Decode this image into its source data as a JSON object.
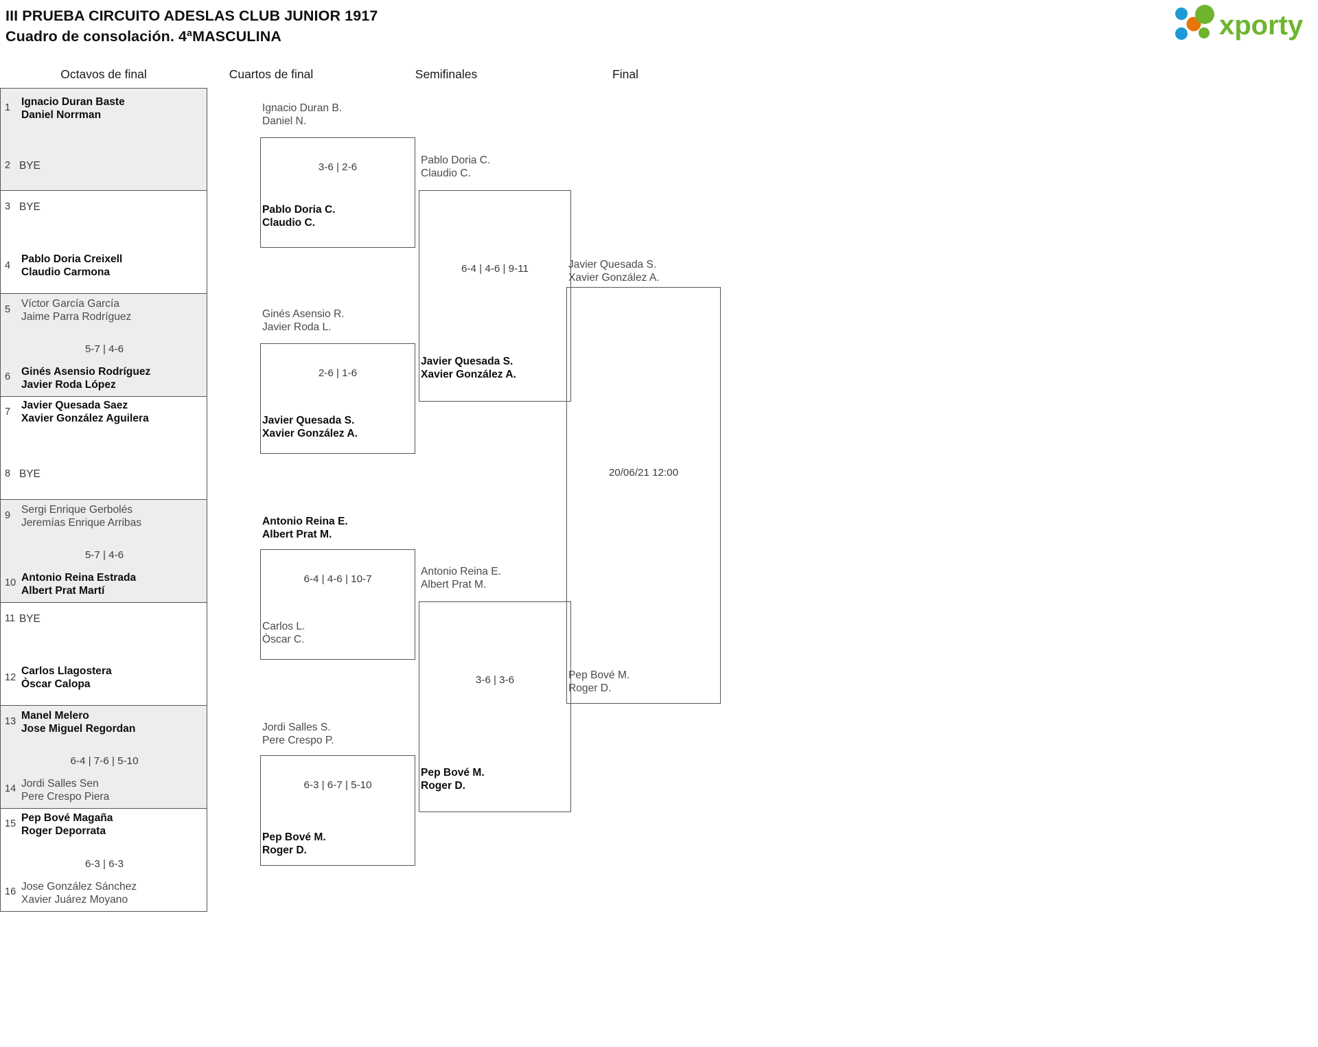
{
  "header": {
    "title_line1": "III PRUEBA CIRCUITO ADESLAS CLUB JUNIOR 1917",
    "title_line2": "Cuadro de consolación. 4ªMASCULINA",
    "logo_text": "xporty",
    "logo_colors": {
      "green": "#6cb52d",
      "orange": "#e8740c",
      "blue": "#1b9ad6"
    }
  },
  "rounds": [
    {
      "label": "Octavos de final"
    },
    {
      "label": "Cuartos de final"
    },
    {
      "label": "Semifinales"
    },
    {
      "label": "Final"
    }
  ],
  "round1": {
    "slots": [
      {
        "seed": "1",
        "line1": "Ignacio Duran Baste",
        "line2": "Daniel Norrman",
        "state": "win"
      },
      {
        "seed": "2",
        "line1": "BYE",
        "line2": "",
        "state": "bye"
      },
      {
        "seed": "3",
        "line1": "BYE",
        "line2": "",
        "state": "bye"
      },
      {
        "seed": "4",
        "line1": "Pablo Doria Creixell",
        "line2": "Claudio Carmona",
        "state": "win"
      },
      {
        "seed": "5",
        "line1": "Víctor García García",
        "line2": "Jaime Parra Rodríguez",
        "state": "los"
      },
      {
        "seed": "6",
        "line1": "Ginés Asensio Rodríguez",
        "line2": "Javier Roda López",
        "state": "win"
      },
      {
        "seed": "7",
        "line1": "Javier Quesada Saez",
        "line2": "Xavier González Aguilera",
        "state": "win"
      },
      {
        "seed": "8",
        "line1": "BYE",
        "line2": "",
        "state": "bye"
      },
      {
        "seed": "9",
        "line1": "Sergi Enrique Gerbolés",
        "line2": "Jeremías Enrique Arribas",
        "state": "los"
      },
      {
        "seed": "10",
        "line1": "Antonio Reina Estrada",
        "line2": "Albert Prat Martí",
        "state": "win"
      },
      {
        "seed": "11",
        "line1": "BYE",
        "line2": "",
        "state": "bye"
      },
      {
        "seed": "12",
        "line1": "Carlos Llagostera",
        "line2": "Òscar Calopa",
        "state": "win"
      },
      {
        "seed": "13",
        "line1": "Manel Melero",
        "line2": "Jose Miguel Regordan",
        "state": "win"
      },
      {
        "seed": "14",
        "line1": "Jordi Salles Sen",
        "line2": "Pere Crespo Piera",
        "state": "los"
      },
      {
        "seed": "15",
        "line1": "Pep Bové Magaña",
        "line2": "Roger Deporrata",
        "state": "win"
      },
      {
        "seed": "16",
        "line1": "Jose González Sánchez",
        "line2": "Xavier Juárez Moyano",
        "state": "los"
      }
    ],
    "scores": [
      "",
      "",
      "5-7 | 4-6",
      "",
      "5-7 | 4-6",
      "",
      "6-4 | 7-6 | 5-10",
      "6-3 | 6-3"
    ]
  },
  "round2": {
    "matches": [
      {
        "top": {
          "line1": "Ignacio Duran B.",
          "line2": "Daniel N.",
          "state": "los"
        },
        "bottom": {
          "line1": "Pablo Doria C.",
          "line2": "Claudio C.",
          "state": "win"
        },
        "score": "3-6 | 2-6"
      },
      {
        "top": {
          "line1": "Ginés Asensio R.",
          "line2": "Javier Roda L.",
          "state": "los"
        },
        "bottom": {
          "line1": "Javier Quesada S.",
          "line2": "Xavier González A.",
          "state": "win"
        },
        "score": "2-6 | 1-6"
      },
      {
        "top": {
          "line1": "Antonio Reina E.",
          "line2": "Albert Prat M.",
          "state": "win"
        },
        "bottom": {
          "line1": "Carlos L.",
          "line2": "Òscar C.",
          "state": "los"
        },
        "score": "6-4 | 4-6 | 10-7"
      },
      {
        "top": {
          "line1": "Jordi Salles S.",
          "line2": "Pere Crespo P.",
          "state": "los"
        },
        "bottom": {
          "line1": "Pep Bové M.",
          "line2": "Roger D.",
          "state": "win"
        },
        "score": "6-3 | 6-7 | 5-10"
      }
    ]
  },
  "round3": {
    "matches": [
      {
        "top": {
          "line1": "Pablo Doria C.",
          "line2": "Claudio C.",
          "state": "los"
        },
        "bottom": {
          "line1": "Javier Quesada S.",
          "line2": "Xavier González A.",
          "state": "win"
        },
        "score": "6-4 | 4-6 | 9-11"
      },
      {
        "top": {
          "line1": "Antonio Reina E.",
          "line2": "Albert Prat M.",
          "state": "los"
        },
        "bottom": {
          "line1": "Pep Bové M.",
          "line2": "Roger D.",
          "state": "win"
        },
        "score": "3-6 | 3-6"
      }
    ]
  },
  "round4": {
    "matches": [
      {
        "top": {
          "line1": "Javier Quesada S.",
          "line2": "Xavier González A.",
          "state": "los"
        },
        "bottom": {
          "line1": "Pep Bové M.",
          "line2": "Roger D.",
          "state": "los"
        },
        "score": "20/06/21 12:00"
      }
    ]
  }
}
